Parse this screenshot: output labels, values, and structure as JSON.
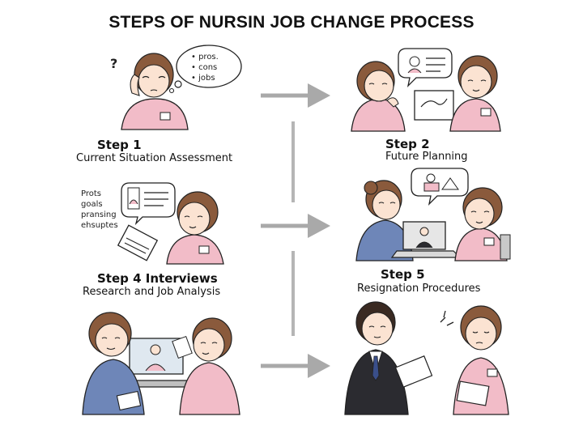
{
  "title": "STEPS OF NURSIN JOB CHANGE PROCESS",
  "steps": [
    {
      "heading": "Step 1",
      "subtitle": "Current Situation Assessment"
    },
    {
      "heading": "Step 2",
      "subtitle": "Future Planning"
    },
    {
      "heading": "Step 4 Interviews",
      "subtitle": "Research and Job Analysis"
    },
    {
      "heading": "Step 5",
      "subtitle": "Resignation Procedures"
    }
  ],
  "bubble_step1": [
    "• pros.",
    "• cons",
    "• jobs"
  ],
  "side_notes_step3": [
    "Prots",
    "goals",
    "pransing",
    "ehsuptes"
  ],
  "marks": {
    "question_mark": "?"
  },
  "colors": {
    "scrubs_pink": "#f2bcc8",
    "arrow_gray": "#a9a9a9",
    "hair_brown": "#8a5a3c",
    "suit_dark": "#2b2b30",
    "scrubs_blue": "#6e86b8"
  }
}
